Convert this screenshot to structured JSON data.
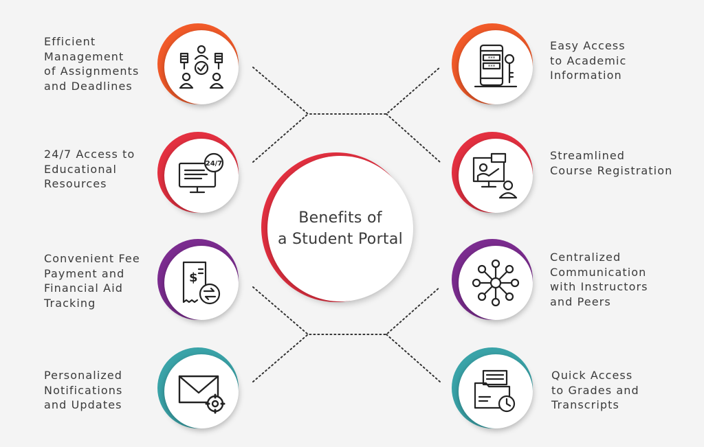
{
  "center": {
    "title": "Benefits of\na Student Portal"
  },
  "colors": {
    "orange": "#f15a29",
    "red": "#e33040",
    "purple": "#7b2c8f",
    "teal": "#3aa3a8",
    "text": "#3a3a3a"
  },
  "benefits": [
    {
      "label": "Efficient\nManagement\nof Assignments\nand Deadlines",
      "icon": "team-task-icon",
      "ring": "#f15a29"
    },
    {
      "label": "24/7 Access to\nEducational\nResources",
      "icon": "monitor-24-7-icon",
      "ring": "#e33040"
    },
    {
      "label": "Convenient Fee\nPayment and\nFinancial Aid\nTracking",
      "icon": "receipt-payment-icon",
      "ring": "#7b2c8f"
    },
    {
      "label": "Personalized\nNotifications\nand Updates",
      "icon": "envelope-gear-icon",
      "ring": "#3aa3a8"
    },
    {
      "label": "Easy Access\nto Academic\nInformation",
      "icon": "phone-key-icon",
      "ring": "#f15a29"
    },
    {
      "label": "Streamlined\nCourse Registration",
      "icon": "online-class-icon",
      "ring": "#e33040"
    },
    {
      "label": "Centralized\nCommunication\nwith Instructors\nand Peers",
      "icon": "network-nodes-icon",
      "ring": "#7b2c8f"
    },
    {
      "label": "Quick Access\nto Grades and\nTranscripts",
      "icon": "folder-clock-icon",
      "ring": "#3aa3a8"
    }
  ]
}
